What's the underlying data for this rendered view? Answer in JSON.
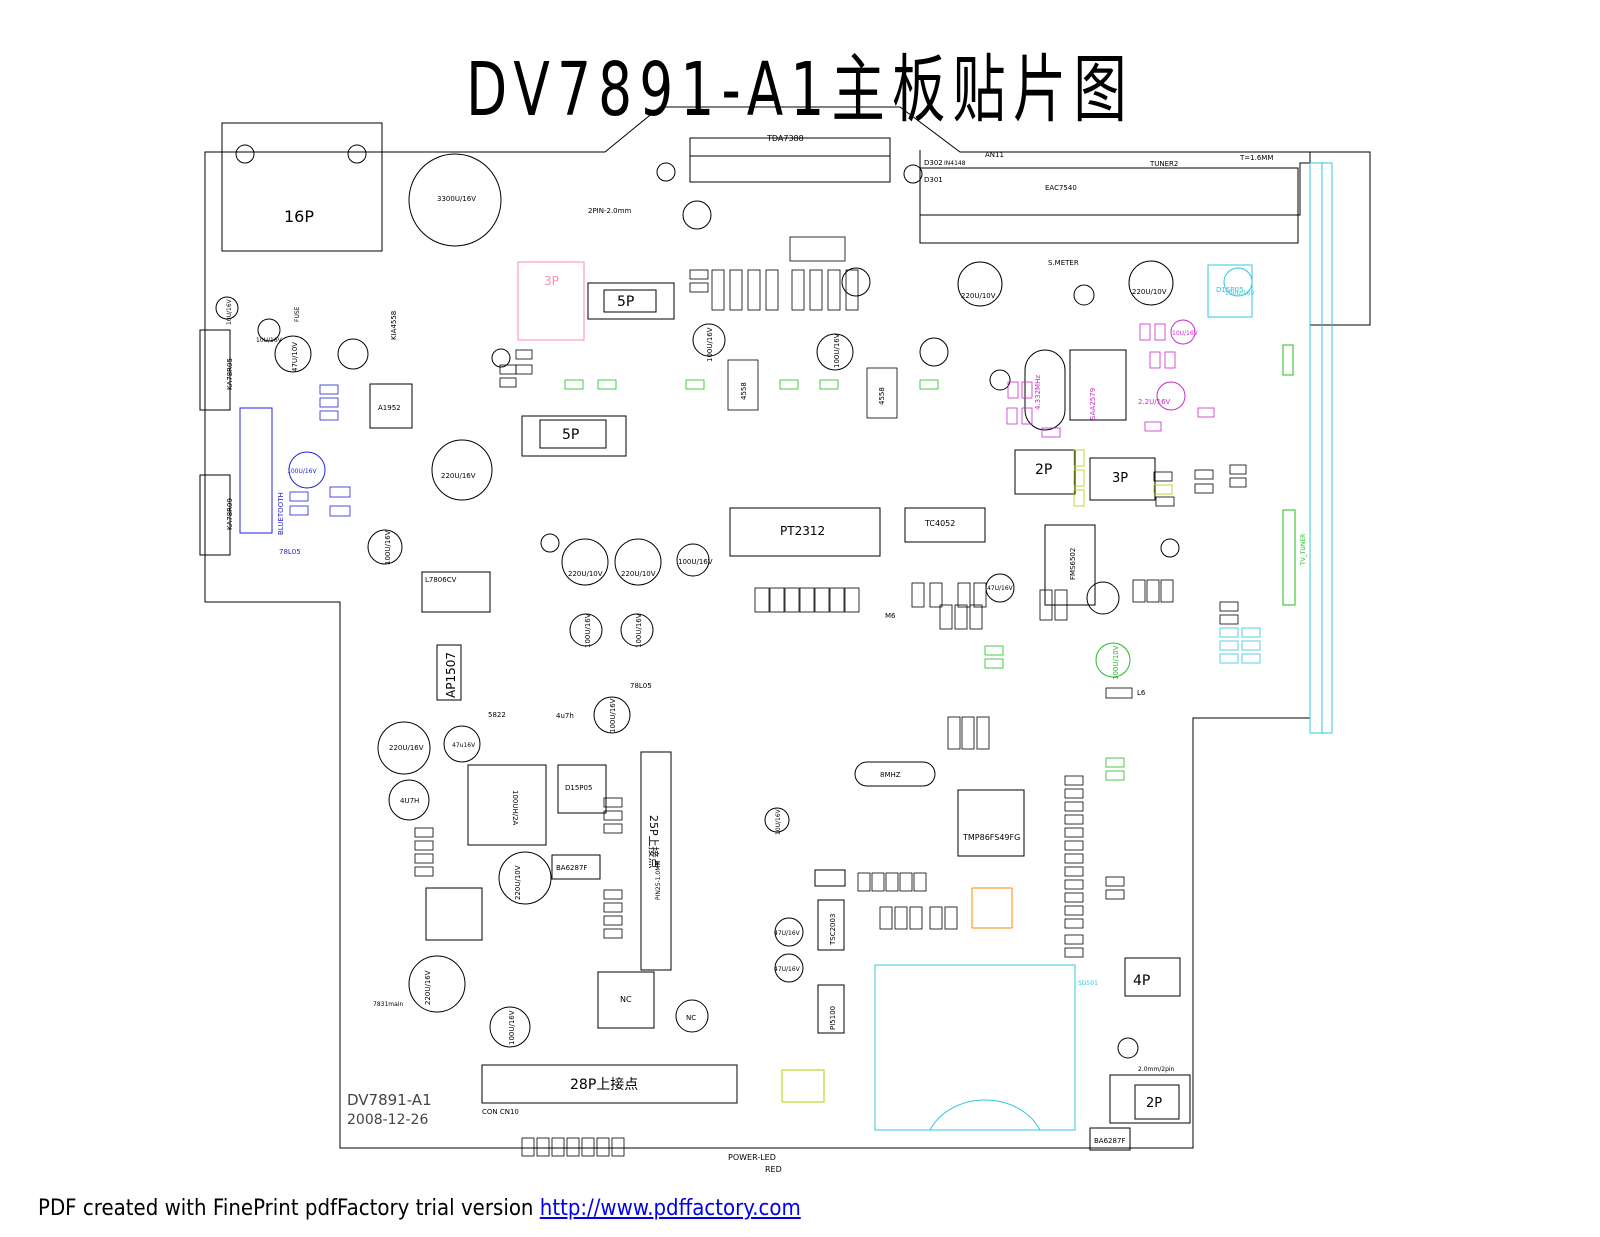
{
  "title": "DV7891-A1主板贴片图",
  "colors": {
    "outline": "#000000",
    "cyan": "#33c6e0",
    "blue": "#2323d6",
    "magenta": "#cc2bcc",
    "green": "#22bb22",
    "pink": "#ff8ab0",
    "orange": "#ff8a00",
    "yellowgreen": "#a8d400",
    "link": "#0000ee"
  },
  "board": {
    "model": "DV7891-A1",
    "date": "2008-12-26",
    "sublabel": "7831main"
  },
  "connectors": {
    "cn2": "16P",
    "cn8": "5P",
    "cn12": "5P",
    "cn9": "2P",
    "cn5": "3P",
    "cn13": "4P",
    "cn4": "2P",
    "u13": "3P",
    "cn1": "25P上接点",
    "cn1_pitch": "PIN25-1.0MM",
    "cn10": "28P上接点",
    "cn10_ref": "CON CN10",
    "cn401": "2PIN-2.0mm",
    "cn4_pitch": "2.0mm/2pin"
  },
  "chips": {
    "u104": "TDA7388",
    "u103": "PT2312",
    "u6": "TC4052",
    "u108": "TMP86FS49FG",
    "u110": "SAA2579",
    "ic1": "FMS6502",
    "u5": "A1952",
    "u111": "D15P05",
    "u2": "KIA4558",
    "u101": "4558",
    "u102": "4558",
    "u112": "AP1507",
    "u114": "L7806CV",
    "u119": "NC",
    "u4": "TSC2003",
    "u7": "PI5100",
    "u3": "KA78R05",
    "u8": "KA78R09",
    "tuner": "TUNER2",
    "tuner_thick": "T=1.6MM",
    "tuner_model": "EAC7540",
    "x1": "8MHZ",
    "x6": "4.332MHz",
    "u120": "BA6287F",
    "u117": "BA6287F",
    "u10": "78L05",
    "u118": "78L05",
    "d15p05_r": "D15P05"
  },
  "caps_big": {
    "c27": "3300U/16V",
    "e2": "220U/16V",
    "e8": "220U/16V",
    "e17": "220U/16V",
    "e10": "220U/10V",
    "e11": "220U/10V",
    "e401": "220U/10V",
    "e305": "220U/10V",
    "e413": "220U/10V",
    "e5": "47U/10V",
    "e109": "100U/16V",
    "e100": "100U/16V",
    "e103": "100U/16V",
    "e9": "100U/16V",
    "e12": "100U/16V",
    "e15": "100U/16V",
    "e414": "100U/16V",
    "e409": "100U/16V",
    "e5x": "100U/16V",
    "e3": "10U/16V",
    "e410": "10U/16V",
    "e7": "NC",
    "e1": "10U/16V",
    "ec1": "47U/16V",
    "ec2": "47U/16V",
    "ec4": "47U/16V",
    "e84": "2.2U/16V",
    "e83": "10U/16V",
    "e06": "100U/16V",
    "ec5": "100U/10V",
    "e501": "100U/16V",
    "c31": "47u16V",
    "l3": "4U7H",
    "l4": "4u7h",
    "l401": "100UH/2A",
    "d401": "5822"
  },
  "misc": {
    "bluetooth": "BLUETOOTH",
    "smeter": "S.METER",
    "power_led": "POWER-LED",
    "red": "RED",
    "fuse": "FUSE",
    "an11": "AN11",
    "d302": "D302",
    "d301": "D301",
    "in4148": "IN4148",
    "tv_tuner": "TV_TUNER",
    "sd501": "SD501",
    "m6": "M6",
    "l6": "L6"
  },
  "footer": {
    "prefix": "PDF created with FinePrint pdfFactory trial version ",
    "link": "http://www.pdffactory.com"
  }
}
